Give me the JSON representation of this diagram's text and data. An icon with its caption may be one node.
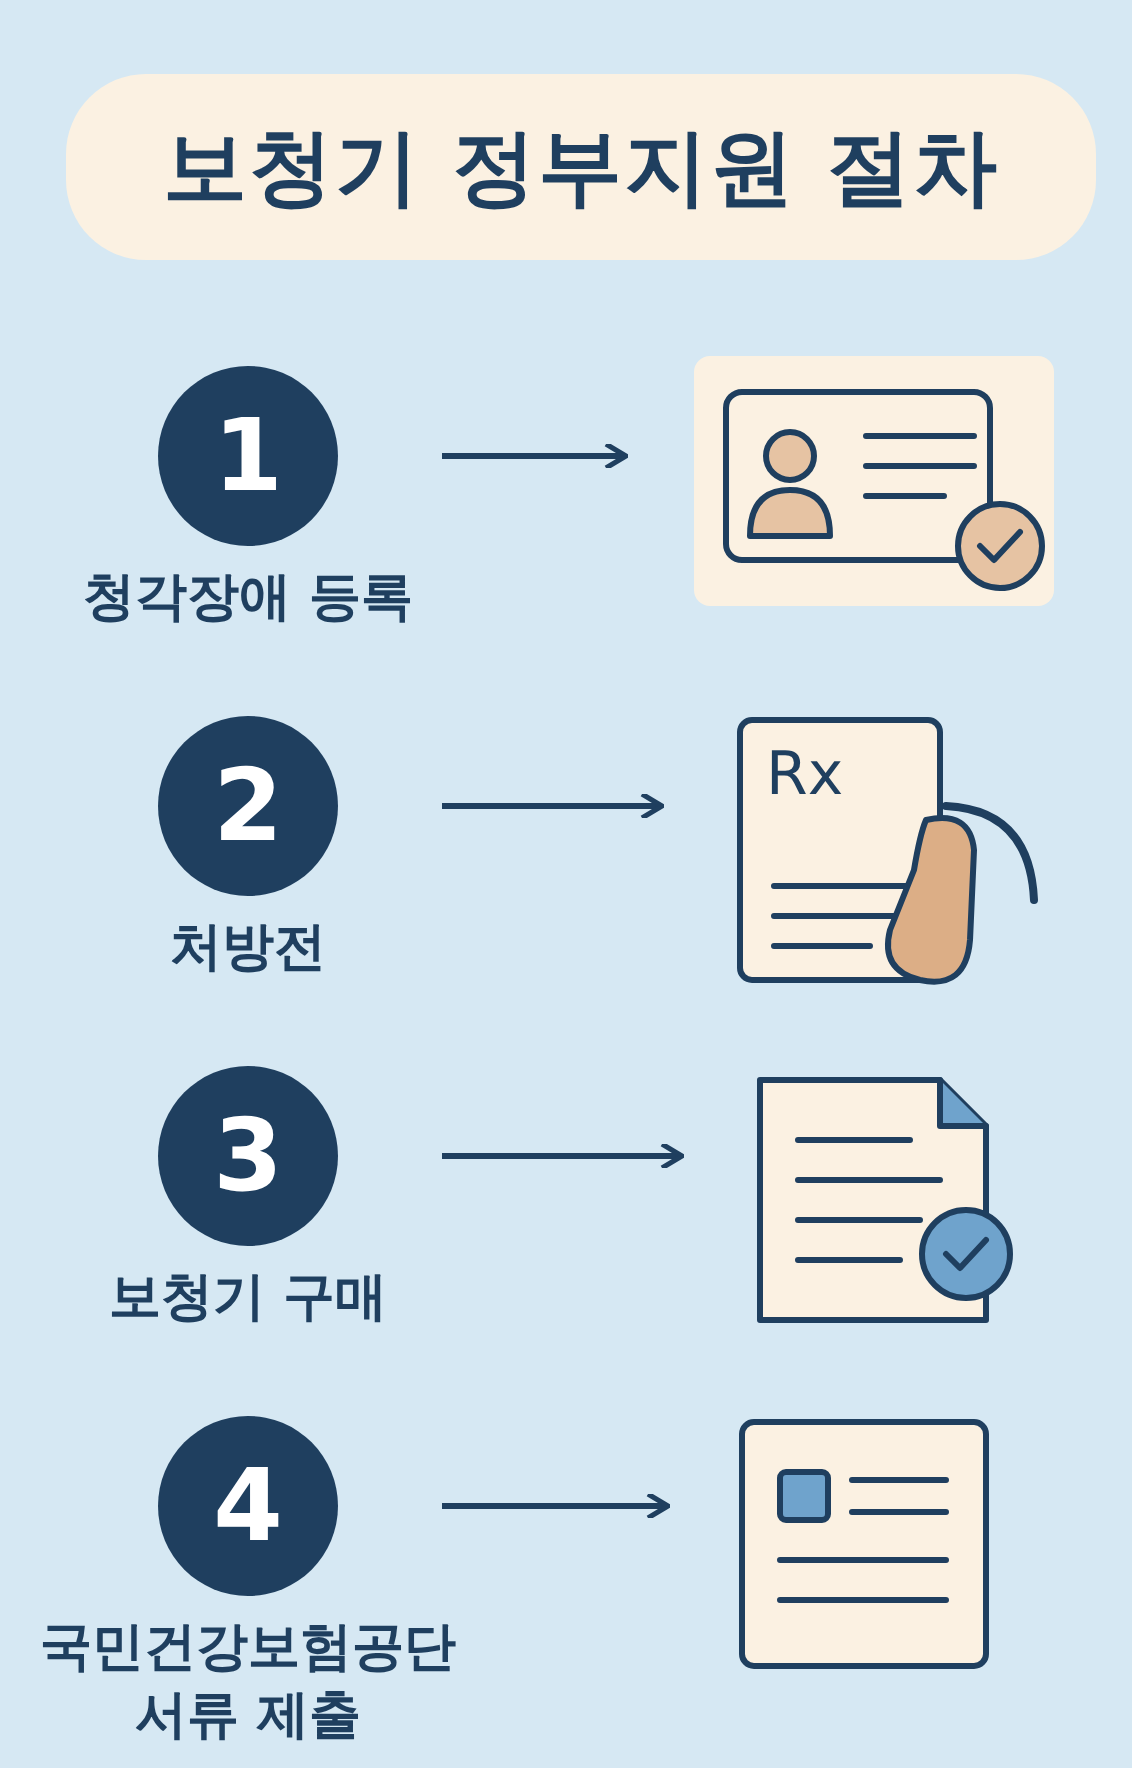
{
  "diagram": {
    "title": "보청기 정부지원 절차",
    "nodes": [
      {
        "text": [
          "1"
        ],
        "beside": [
          "청각장애 등록"
        ]
      },
      {
        "text": [],
        "shape": "picture"
      },
      {
        "text": [
          "2"
        ],
        "beside": [
          "처방전"
        ]
      },
      {
        "text": [],
        "shape": "picture"
      },
      {
        "text": [
          "3"
        ],
        "beside": [
          "보청기 구매"
        ]
      },
      {
        "text": [],
        "shape": "picture"
      },
      {
        "text": [
          "4"
        ],
        "beside": [
          "국민건강보험공단 서류 제출"
        ]
      },
      {
        "text": [],
        "shape": "picture"
      }
    ],
    "edges": [
      {
        "from": 0,
        "to": 1,
        "arrow": "to"
      },
      {
        "from": 2,
        "to": 3,
        "arrow": "to"
      },
      {
        "from": 4,
        "to": 5,
        "arrow": "to"
      },
      {
        "from": 6,
        "to": 7,
        "arrow": "to"
      }
    ],
    "labels": [
      "Rx"
    ]
  }
}
